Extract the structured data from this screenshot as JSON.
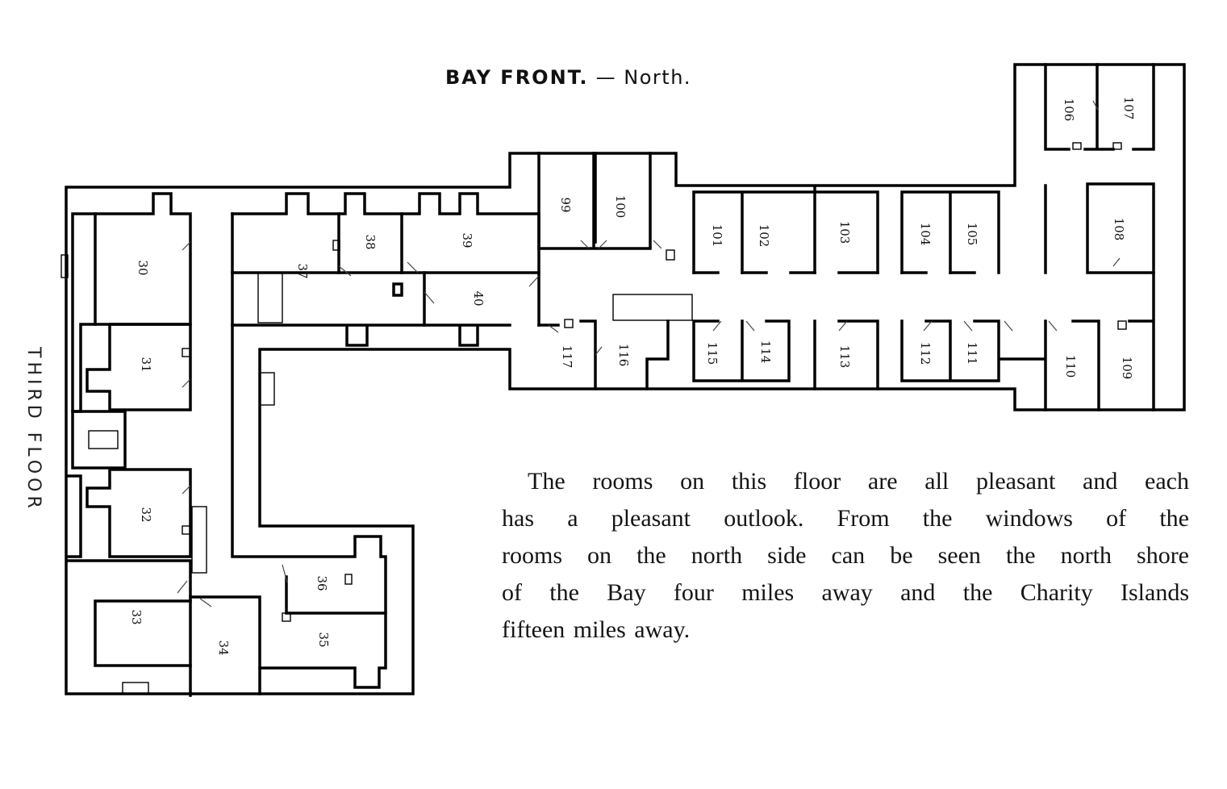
{
  "title": {
    "main": "BAY FRONT.",
    "dash": "—",
    "direction": "North."
  },
  "floor_label": "THIRD FLOOR",
  "description": [
    "The rooms on this floor are all pleasant and each",
    "has a pleasant outlook.  From the windows of the",
    "rooms on the north  side can be seen the north shore",
    "of the Bay four miles away and the Charity Islands",
    "fifteen miles away."
  ],
  "rooms": {
    "r30": "30",
    "r31": "31",
    "r32": "32",
    "r33": "33",
    "r34": "34",
    "r35": "35",
    "r36": "36",
    "r37": "37",
    "r38": "38",
    "r39": "39",
    "r40": "40",
    "r99": "99",
    "r100": "100",
    "r101": "101",
    "r102": "102",
    "r103": "103",
    "r104": "104",
    "r105": "105",
    "r106": "106",
    "r107": "107",
    "r108": "108",
    "r109": "109",
    "r110": "110",
    "r111": "111",
    "r112": "112",
    "r113": "113",
    "r114": "114",
    "r115": "115",
    "r116": "116",
    "r117": "117"
  }
}
